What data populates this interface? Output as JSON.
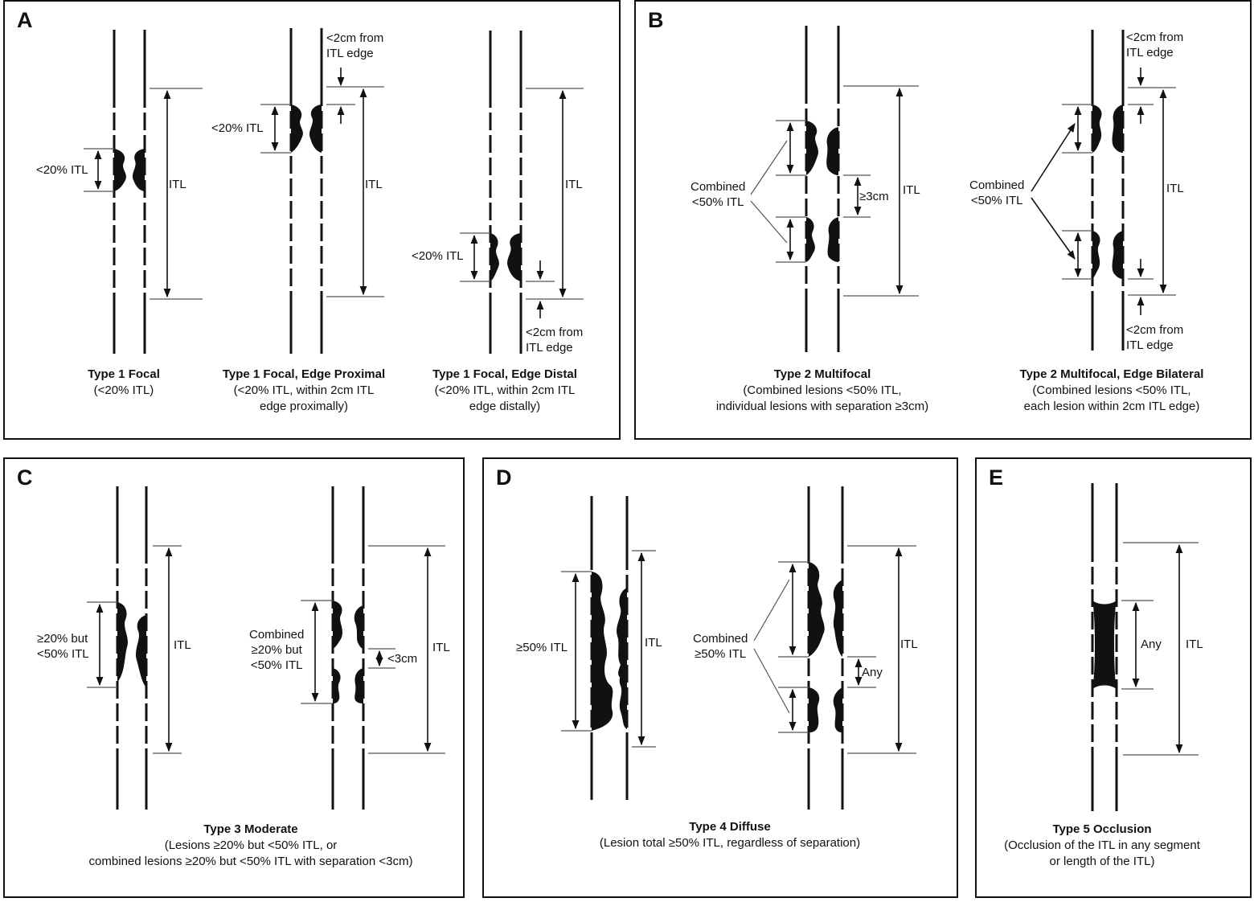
{
  "panels": {
    "A": {
      "letter": "A",
      "col1": {
        "title": "Type 1 Focal",
        "subtitle": "(<20% ITL)",
        "lesion_label": "<20% ITL",
        "itl_label": "ITL"
      },
      "col2": {
        "title": "Type 1 Focal, Edge Proximal",
        "line1": "(<20% ITL, within 2cm ITL",
        "line2": "edge proximally)",
        "lesion_label": "<20% ITL",
        "itl_label": "ITL",
        "edge_note_1": "<2cm from",
        "edge_note_2": "ITL edge"
      },
      "col3": {
        "title": "Type 1 Focal, Edge Distal",
        "line1": "(<20% ITL, within 2cm ITL",
        "line2": "edge distally)",
        "lesion_label": "<20% ITL",
        "itl_label": "ITL",
        "edge_note_1": "<2cm from",
        "edge_note_2": "ITL edge"
      }
    },
    "B": {
      "letter": "B",
      "col1": {
        "title": "Type 2 Multifocal",
        "line1": "(Combined lesions <50% ITL,",
        "line2": "individual lesions with separation ≥3cm)",
        "combined_1": "Combined",
        "combined_2": "<50% ITL",
        "gap_label": "≥3cm",
        "itl_label": "ITL"
      },
      "col2": {
        "title": "Type 2 Multifocal, Edge Bilateral",
        "line1": "(Combined lesions <50% ITL,",
        "line2": "each lesion within 2cm ITL edge)",
        "combined_1": "Combined",
        "combined_2": "<50% ITL",
        "itl_label": "ITL",
        "edge_top_1": "<2cm from",
        "edge_top_2": "ITL edge",
        "edge_bot_1": "<2cm from",
        "edge_bot_2": "ITL edge"
      }
    },
    "C": {
      "letter": "C",
      "title": "Type 3 Moderate",
      "line1": "(Lesions ≥20% but <50% ITL, or",
      "line2": "combined lesions ≥20% but <50% ITL with separation <3cm)",
      "col1": {
        "lesion_1": "≥20% but",
        "lesion_2": "<50% ITL",
        "itl_label": "ITL"
      },
      "col2": {
        "combined_1": "Combined",
        "combined_2": "≥20% but",
        "combined_3": "<50% ITL",
        "gap_label": "<3cm",
        "itl_label": "ITL"
      }
    },
    "D": {
      "letter": "D",
      "title": "Type 4 Diffuse",
      "line1": "(Lesion total ≥50% ITL, regardless of separation)",
      "col1": {
        "lesion_label": "≥50% ITL",
        "itl_label": "ITL"
      },
      "col2": {
        "combined_1": "Combined",
        "combined_2": "≥50% ITL",
        "gap_label": "Any",
        "itl_label": "ITL"
      }
    },
    "E": {
      "letter": "E",
      "title": "Type 5 Occlusion",
      "line1": "(Occlusion of the ITL in any segment",
      "line2": "or length of the ITL)",
      "lesion_label": "Any",
      "itl_label": "ITL"
    }
  },
  "colors": {
    "ink": "#111111",
    "thin": "#555555",
    "background": "#ffffff"
  }
}
